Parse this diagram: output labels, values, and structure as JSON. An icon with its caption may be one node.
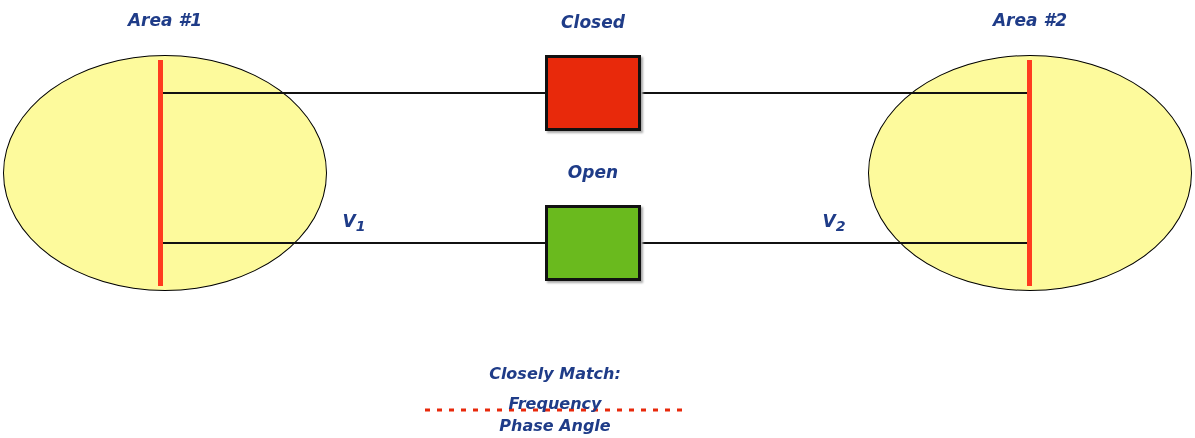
{
  "diagram": {
    "nodes": [
      {
        "text": [
          "Area #1"
        ]
      },
      {
        "text": [],
        "shape": "bar",
        "in": 0
      },
      {
        "text": [
          "Closed"
        ]
      },
      {
        "text": [
          "Open"
        ]
      },
      {
        "text": [
          "Area #2"
        ]
      },
      {
        "text": [],
        "shape": "bar",
        "in": 4
      }
    ],
    "edges": [
      {
        "from": 1,
        "to": 2,
        "arrow": "none"
      },
      {
        "from": 2,
        "to": 5,
        "arrow": "none"
      },
      {
        "from": 1,
        "to": 3,
        "arrow": "none",
        "label": "V$_{1}$"
      },
      {
        "from": 3,
        "to": 5,
        "arrow": "none",
        "label": "V$_{2}$"
      }
    ],
    "labels": [
      "Closely Match:",
      "Frequency",
      "Phase Angle"
    ]
  }
}
